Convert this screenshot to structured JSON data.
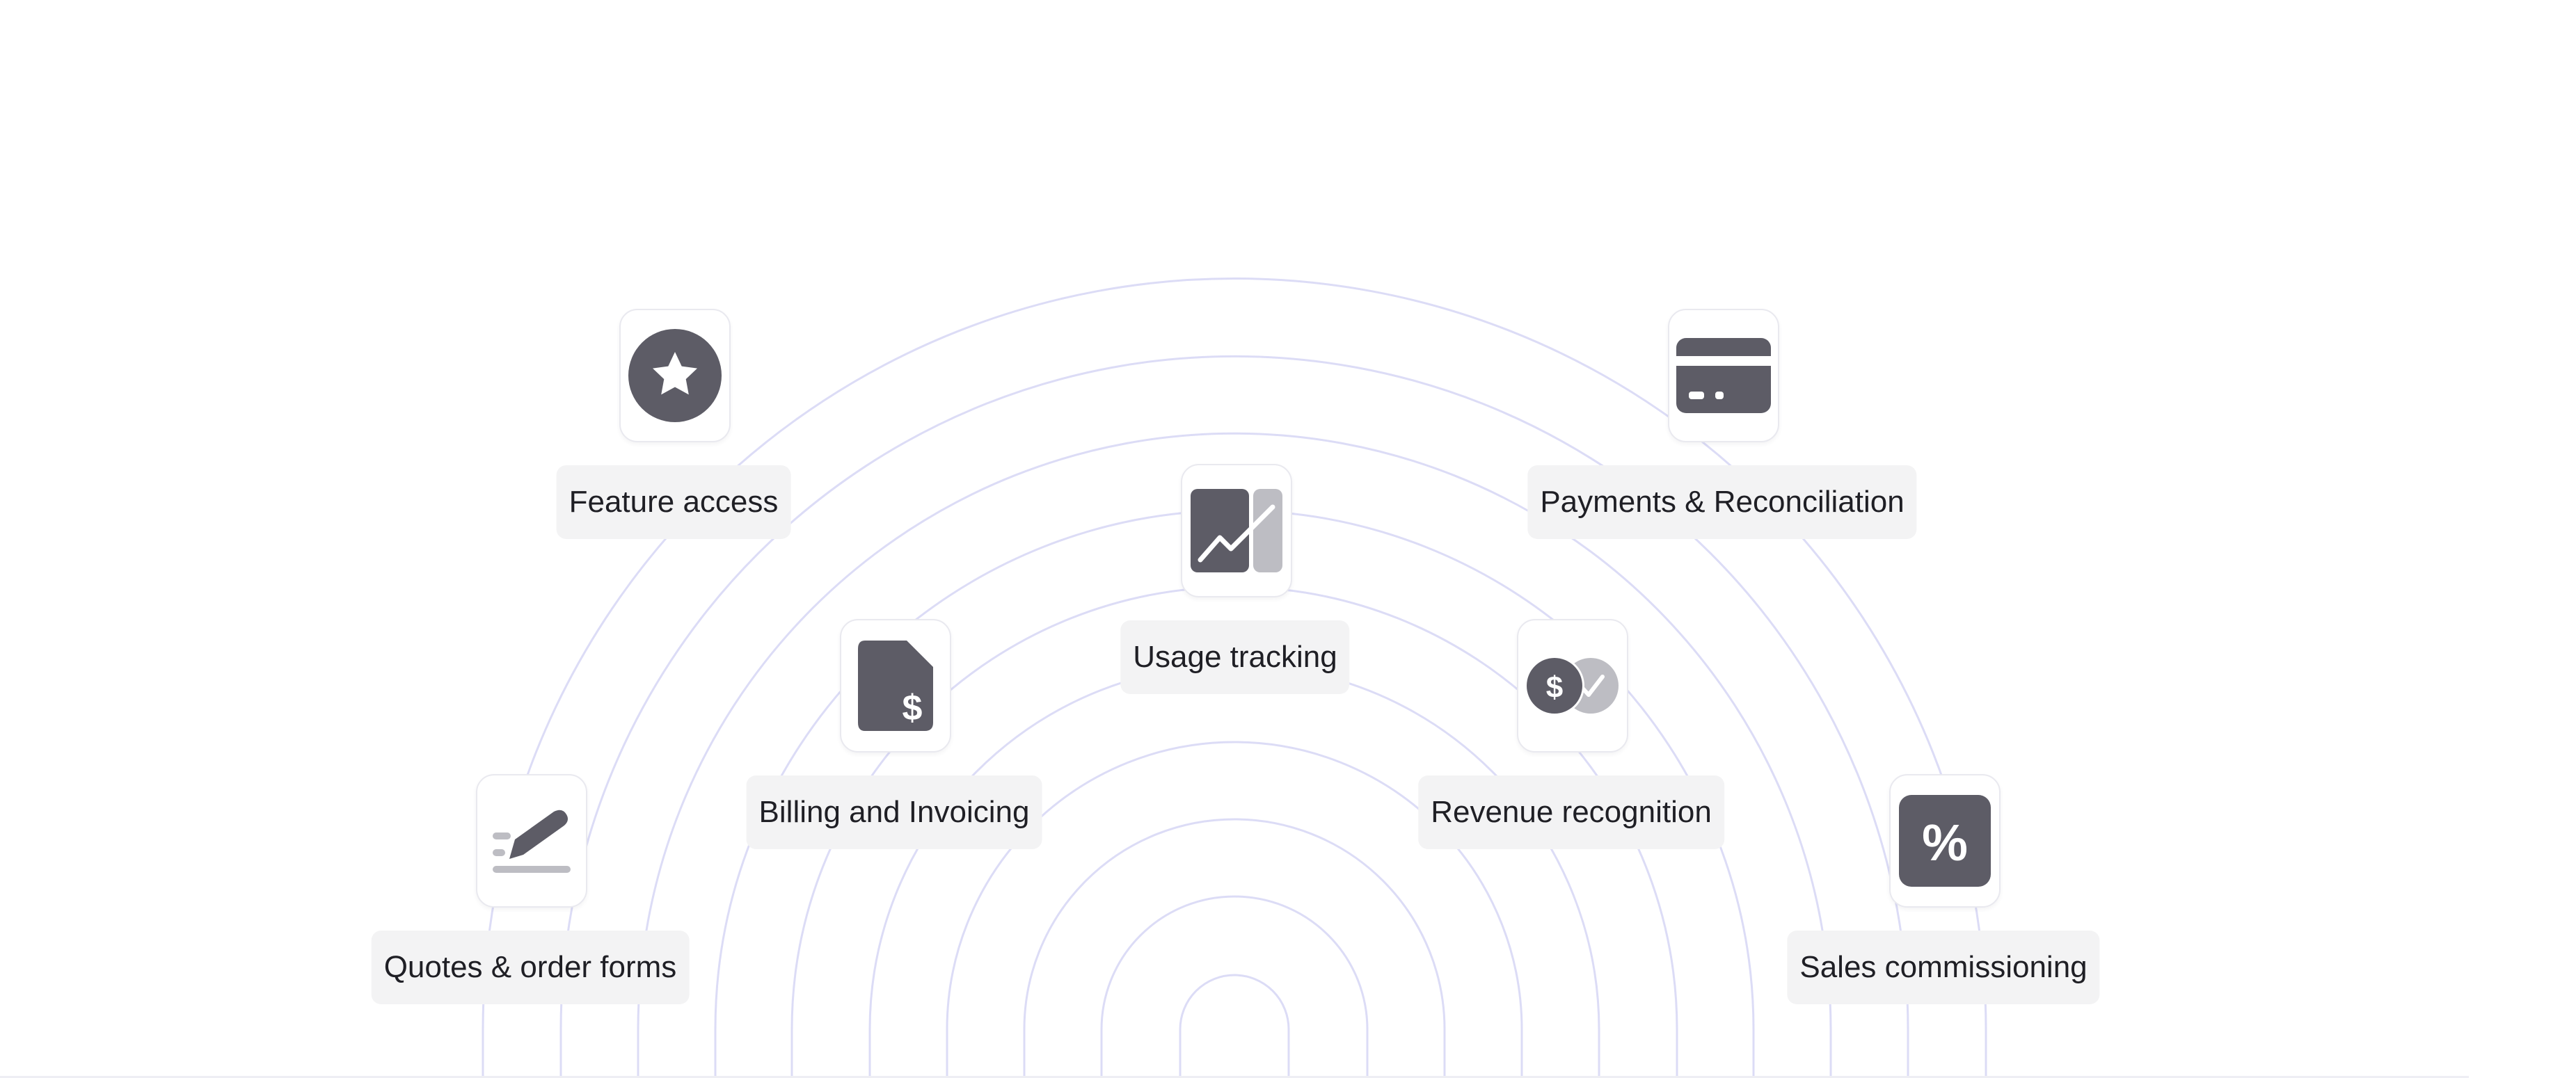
{
  "colors": {
    "arc": "#dcdcf6",
    "icon_dark": "#5d5c66",
    "icon_light": "#bdbdc3",
    "label_bg": "#f3f3f4",
    "label_text": "#1f1f25"
  },
  "features": [
    {
      "id": "feature-access",
      "label": "Feature access",
      "icon": "star-badge-icon"
    },
    {
      "id": "payments-reconciliation",
      "label": "Payments & Reconciliation",
      "icon": "credit-card-icon"
    },
    {
      "id": "usage-tracking",
      "label": "Usage tracking",
      "icon": "usage-chart-icon"
    },
    {
      "id": "billing-invoicing",
      "label": "Billing and Invoicing",
      "icon": "invoice-dollar-icon"
    },
    {
      "id": "revenue-recognition",
      "label": "Revenue recognition",
      "icon": "dollar-check-coins-icon"
    },
    {
      "id": "quotes-order-forms",
      "label": "Quotes & order forms",
      "icon": "signature-pen-icon"
    },
    {
      "id": "sales-commissioning",
      "label": "Sales commissioning",
      "icon": "percent-icon"
    }
  ]
}
